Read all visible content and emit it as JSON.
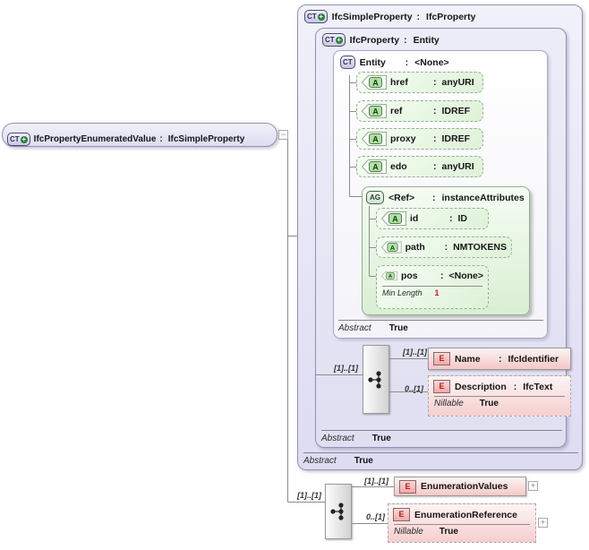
{
  "sep": ":",
  "icons": {
    "complex_type": "CT",
    "attribute": "A",
    "attribute_group": "AG",
    "element": "E",
    "plus": "+",
    "collapse": "−",
    "expand": "+"
  },
  "root": {
    "name": "IfcPropertyEnumeratedValue",
    "type": "IfcSimpleProperty"
  },
  "simple_property": {
    "name": "IfcSimpleProperty",
    "type": "IfcProperty",
    "abstract": {
      "label": "Abstract",
      "value": "True"
    }
  },
  "property": {
    "name": "IfcProperty",
    "type": "Entity",
    "abstract": {
      "label": "Abstract",
      "value": "True"
    }
  },
  "entity": {
    "name": "Entity",
    "type": "<None>",
    "abstract": {
      "label": "Abstract",
      "value": "True"
    },
    "attributes": [
      {
        "name": "href",
        "type": "anyURI"
      },
      {
        "name": "ref",
        "type": "IDREF"
      },
      {
        "name": "proxy",
        "type": "IDREF"
      },
      {
        "name": "edo",
        "type": "anyURI"
      }
    ],
    "ref_group": {
      "name": "<Ref>",
      "type": "instanceAttributes",
      "attributes": [
        {
          "name": "id",
          "type": "ID"
        },
        {
          "name": "path",
          "type": "NMTOKENS"
        },
        {
          "name": "pos",
          "type": "<None>",
          "facet": {
            "label": "Min Length",
            "value": "1"
          }
        }
      ]
    }
  },
  "property_sequence": {
    "cardinality": "[1]..[1]",
    "name_element": {
      "cardinality": "[1]..[1]",
      "name": "Name",
      "type": "IfcIdentifier"
    },
    "description_element": {
      "cardinality": "0..[1]",
      "name": "Description",
      "type": "IfcText",
      "nillable": {
        "label": "Nillable",
        "value": "True"
      }
    }
  },
  "root_sequence": {
    "cardinality": "[1]..[1]",
    "values_element": {
      "cardinality": "[1]..[1]",
      "name": "EnumerationValues"
    },
    "reference_element": {
      "cardinality": "0..[1]",
      "name": "EnumerationReference",
      "nillable": {
        "label": "Nillable",
        "value": "True"
      }
    }
  }
}
